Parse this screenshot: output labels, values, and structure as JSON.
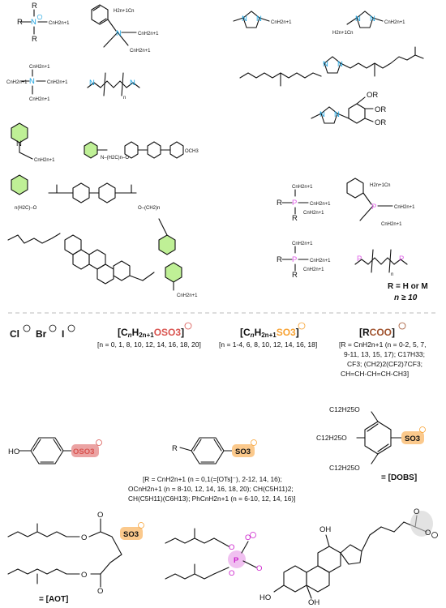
{
  "cations": {
    "ammonium_1": {
      "atoms": [
        "R",
        "N",
        "R",
        "R"
      ],
      "chain": "CnH2n+1"
    },
    "ammonium_2": {
      "chains": [
        "CnH2n+1",
        "CnH2n+1",
        "CnH2n+1",
        "CnH2n+1"
      ]
    },
    "benzyl_ammonium": {
      "chains": [
        "H2n+1Cn",
        "CnH2n+1",
        "CnH2n+1"
      ]
    },
    "bis_ammonium": {
      "atoms": [
        "N",
        "N"
      ],
      "index": "n"
    },
    "imidazolium_1": {
      "chain": "CnH2n+1"
    },
    "imidazolium_2": {
      "chains": [
        "H2n+1Cn",
        "CnH2n+1"
      ]
    },
    "pyridinium_1": {
      "chain": "CnH2n+1"
    },
    "pyridinium_2": {
      "linker": "N–(H2C)n–O",
      "end_group": "OCH3"
    },
    "pyridinium_3": {
      "linker_1": "n(H2C)–O",
      "linker_2": "O–(CH2)n"
    },
    "cholesteryl_pyridinium": {
      "chain": "CnH2n+1"
    },
    "dendritic_imidazolium": {
      "groups": [
        "OR",
        "OR",
        "OR"
      ]
    },
    "phosphonium_1": {
      "chains": [
        "CnH2n+1",
        "CnH2n+1",
        "CnH2n+1"
      ],
      "atoms": [
        "R",
        "R",
        "P"
      ]
    },
    "phosphonium_2": {
      "chains": [
        "CnH2n+1",
        "CnH2n+1",
        "CnH2n+1"
      ],
      "atoms": [
        "R",
        "R",
        "P"
      ]
    },
    "benzyl_phosphonium": {
      "chains": [
        "H2n+1Cn",
        "CnH2n+1",
        "CnH2n+1"
      ]
    },
    "bis_phosphonium": {
      "atoms": [
        "P",
        "P"
      ],
      "index": "n"
    },
    "legend": {
      "line1": "R = H or M",
      "line2": "n ≥ 10"
    }
  },
  "anions": {
    "halides": [
      "Cl",
      "Br",
      "I"
    ],
    "sulfate": {
      "formula_pre": "[C",
      "formula_n": "n",
      "formula_mid": "H",
      "formula_2n": "2n+1",
      "formula_group": "OSO3",
      "formula_post": "]",
      "note": "[n = 0, 1, 8, 10, 12, 14, 16, 18, 20]"
    },
    "sulfonate": {
      "formula_pre": "[C",
      "formula_n": "n",
      "formula_mid": "H",
      "formula_2n": "2n+1",
      "formula_group": "SO3",
      "formula_post": "]",
      "note": "[n = 1-4, 6, 8, 10, 12, 14, 16, 18]"
    },
    "carboxylate": {
      "formula_pre": "[R",
      "formula_group": "COO",
      "formula_post": "]",
      "note_lines": [
        "[R = CnH2n+1 (n = 0-2, 5, 7,",
        "9-11, 13, 15, 17); C17H33;",
        "CF3; (CH2)2(CF2)7CF3;",
        "CH=CH-CH=CH-CH3]"
      ]
    },
    "phenol_sulfate": {
      "left": "HO",
      "group": "OSO3"
    },
    "aryl_sulfonate": {
      "left": "R",
      "group": "SO3",
      "note_lines": [
        "[R = CnH2n+1 (n = 0,1(=[OTs]⁻), 2-12, 14, 16);",
        "OCnH2n+1 (n = 8-10, 12, 14, 16, 18, 20); CH(C5H11)2;",
        "CH(C5H11)(C6H13); PhCnH2n+1 (n = 6-10, 12, 14, 16)]"
      ]
    },
    "dobs": {
      "chains": [
        "C12H25O",
        "C12H25O",
        "C12H25O"
      ],
      "group": "SO3",
      "label": "= [DOBS]"
    },
    "aot": {
      "group": "SO3",
      "label": "= [AOT]"
    },
    "phosphate": {
      "atoms": [
        "O",
        "P",
        "O",
        "O",
        "O"
      ]
    },
    "cholate": {
      "groups": [
        "HO",
        "OH",
        "OH",
        "O",
        "O"
      ]
    }
  },
  "colors": {
    "nitrogen_blue": "#1aa3e0",
    "pyridine_green": "#bff096",
    "phosphorus_pink": "#e060e8",
    "sulfate_red": "#d9534f",
    "sulfonate_orange": "#f7a233",
    "carboxylate_brown": "#a0522d",
    "phosphate_magenta": "#cc22cc",
    "highlight_peach": "#fbc98c",
    "highlight_pink": "#eba3a3",
    "highlight_grey": "#b8b8b8"
  }
}
